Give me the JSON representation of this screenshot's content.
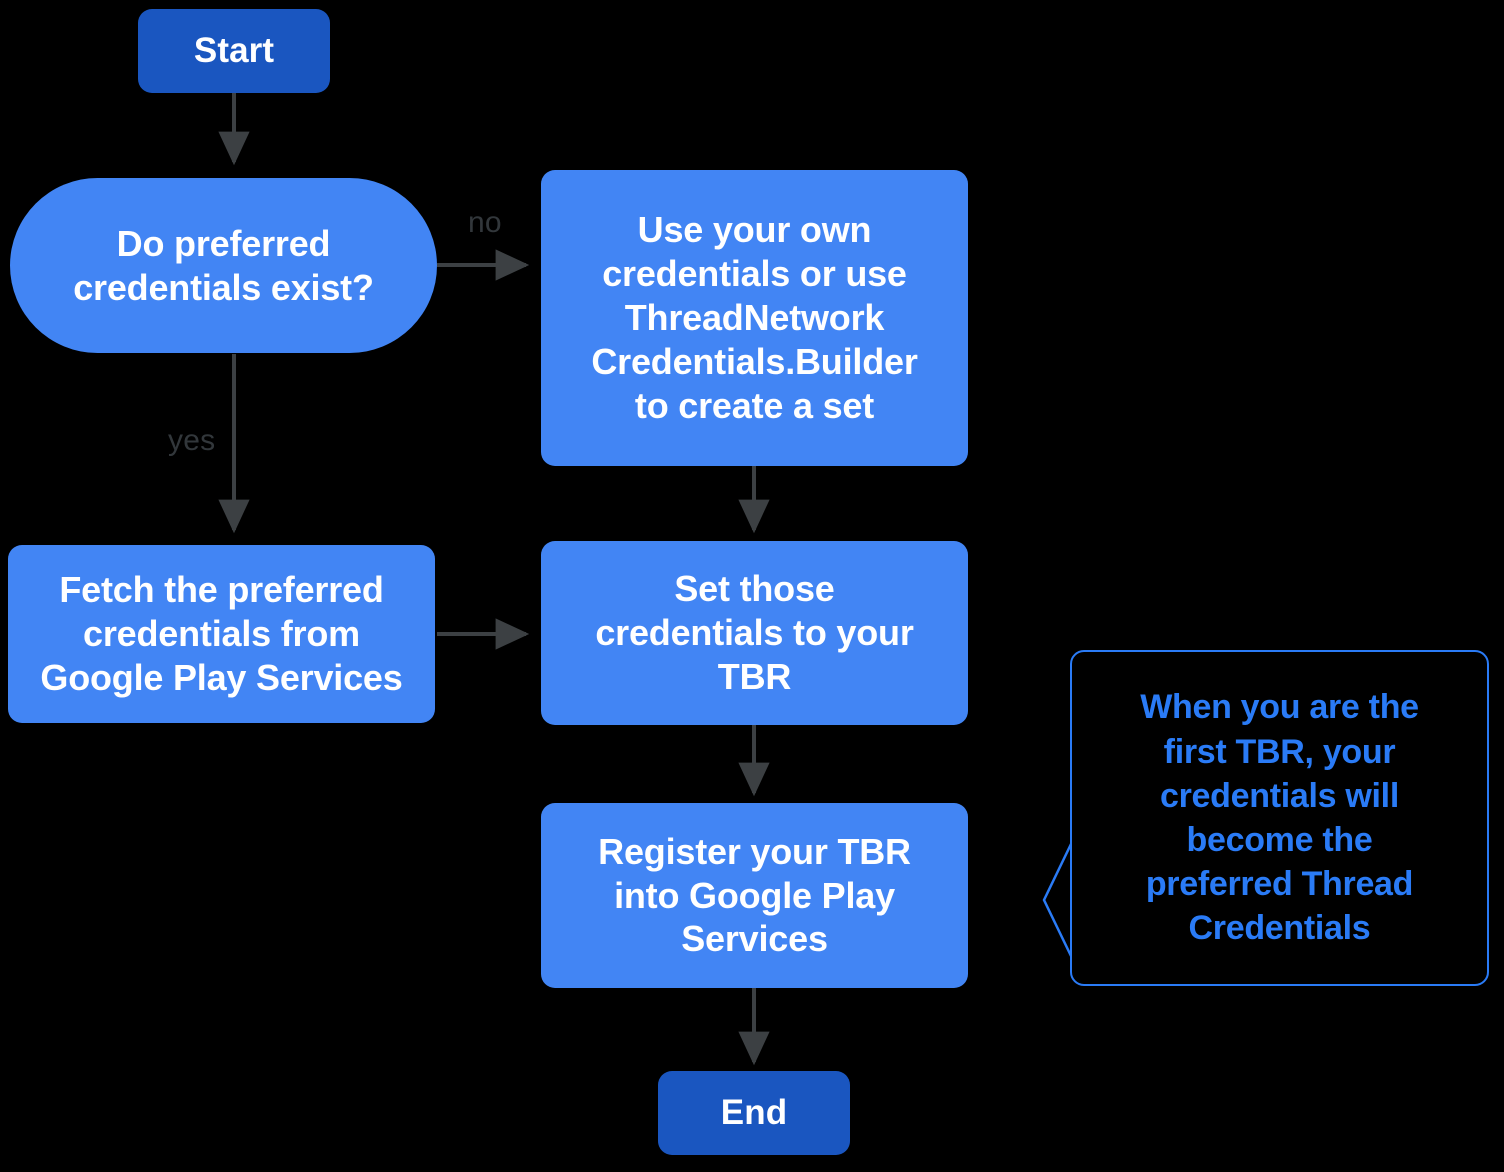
{
  "diagram": {
    "title": "Thread Border Router credentials flow",
    "background_color": "#000000",
    "colors": {
      "terminal_fill": "#1a56c0",
      "process_fill": "#4285f4",
      "node_text": "#ffffff",
      "edge_stroke": "#3c4043",
      "edge_label_text": "#32373b",
      "callout_stroke": "#2a7bf6",
      "callout_text": "#2a7bf6"
    },
    "nodes": [
      {
        "id": "start",
        "shape": "terminal",
        "label": "Start"
      },
      {
        "id": "decision",
        "shape": "decision",
        "label": "Do preferred\ncredentials exist?"
      },
      {
        "id": "own",
        "shape": "process",
        "label": "Use your own\ncredentials or use\nThreadNetwork\nCredentials.Builder\nto create a set"
      },
      {
        "id": "fetch",
        "shape": "process",
        "label": "Fetch the preferred\ncredentials from\nGoogle Play Services"
      },
      {
        "id": "set",
        "shape": "process",
        "label": "Set those\ncredentials to your\nTBR"
      },
      {
        "id": "register",
        "shape": "process",
        "label": "Register your TBR\ninto Google Play\nServices"
      },
      {
        "id": "end",
        "shape": "terminal",
        "label": "End"
      }
    ],
    "edges": [
      {
        "from": "start",
        "to": "decision",
        "label": ""
      },
      {
        "from": "decision",
        "to": "own",
        "label": "no"
      },
      {
        "from": "decision",
        "to": "fetch",
        "label": "yes"
      },
      {
        "from": "own",
        "to": "set",
        "label": ""
      },
      {
        "from": "fetch",
        "to": "set",
        "label": ""
      },
      {
        "from": "set",
        "to": "register",
        "label": ""
      },
      {
        "from": "register",
        "to": "end",
        "label": ""
      }
    ],
    "callout": {
      "text": "When you are the\nfirst TBR, your\ncredentials will\nbecome the\npreferred Thread\nCredentials",
      "points_to": "register"
    }
  }
}
